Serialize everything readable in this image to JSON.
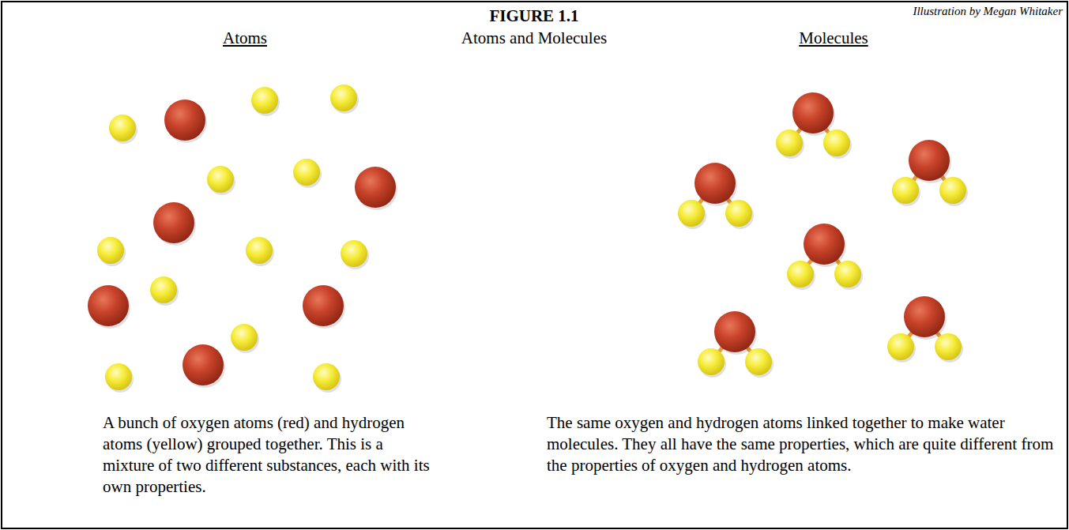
{
  "diagram": {
    "title": "FIGURE 1.1",
    "labels": [
      "Illustration by Megan Whitaker",
      "Atoms and Molecules",
      "Atoms",
      "Molecules",
      "A bunch of oxygen atoms (red) and hydrogen atoms (yellow) grouped together. This is a mixture of two different substances, each with its own properties.",
      "The same oxygen and hydrogen atoms linked together to make water molecules. They all have the same properties, which are quite different from the properties of oxygen and hydrogen atoms."
    ]
  }
}
